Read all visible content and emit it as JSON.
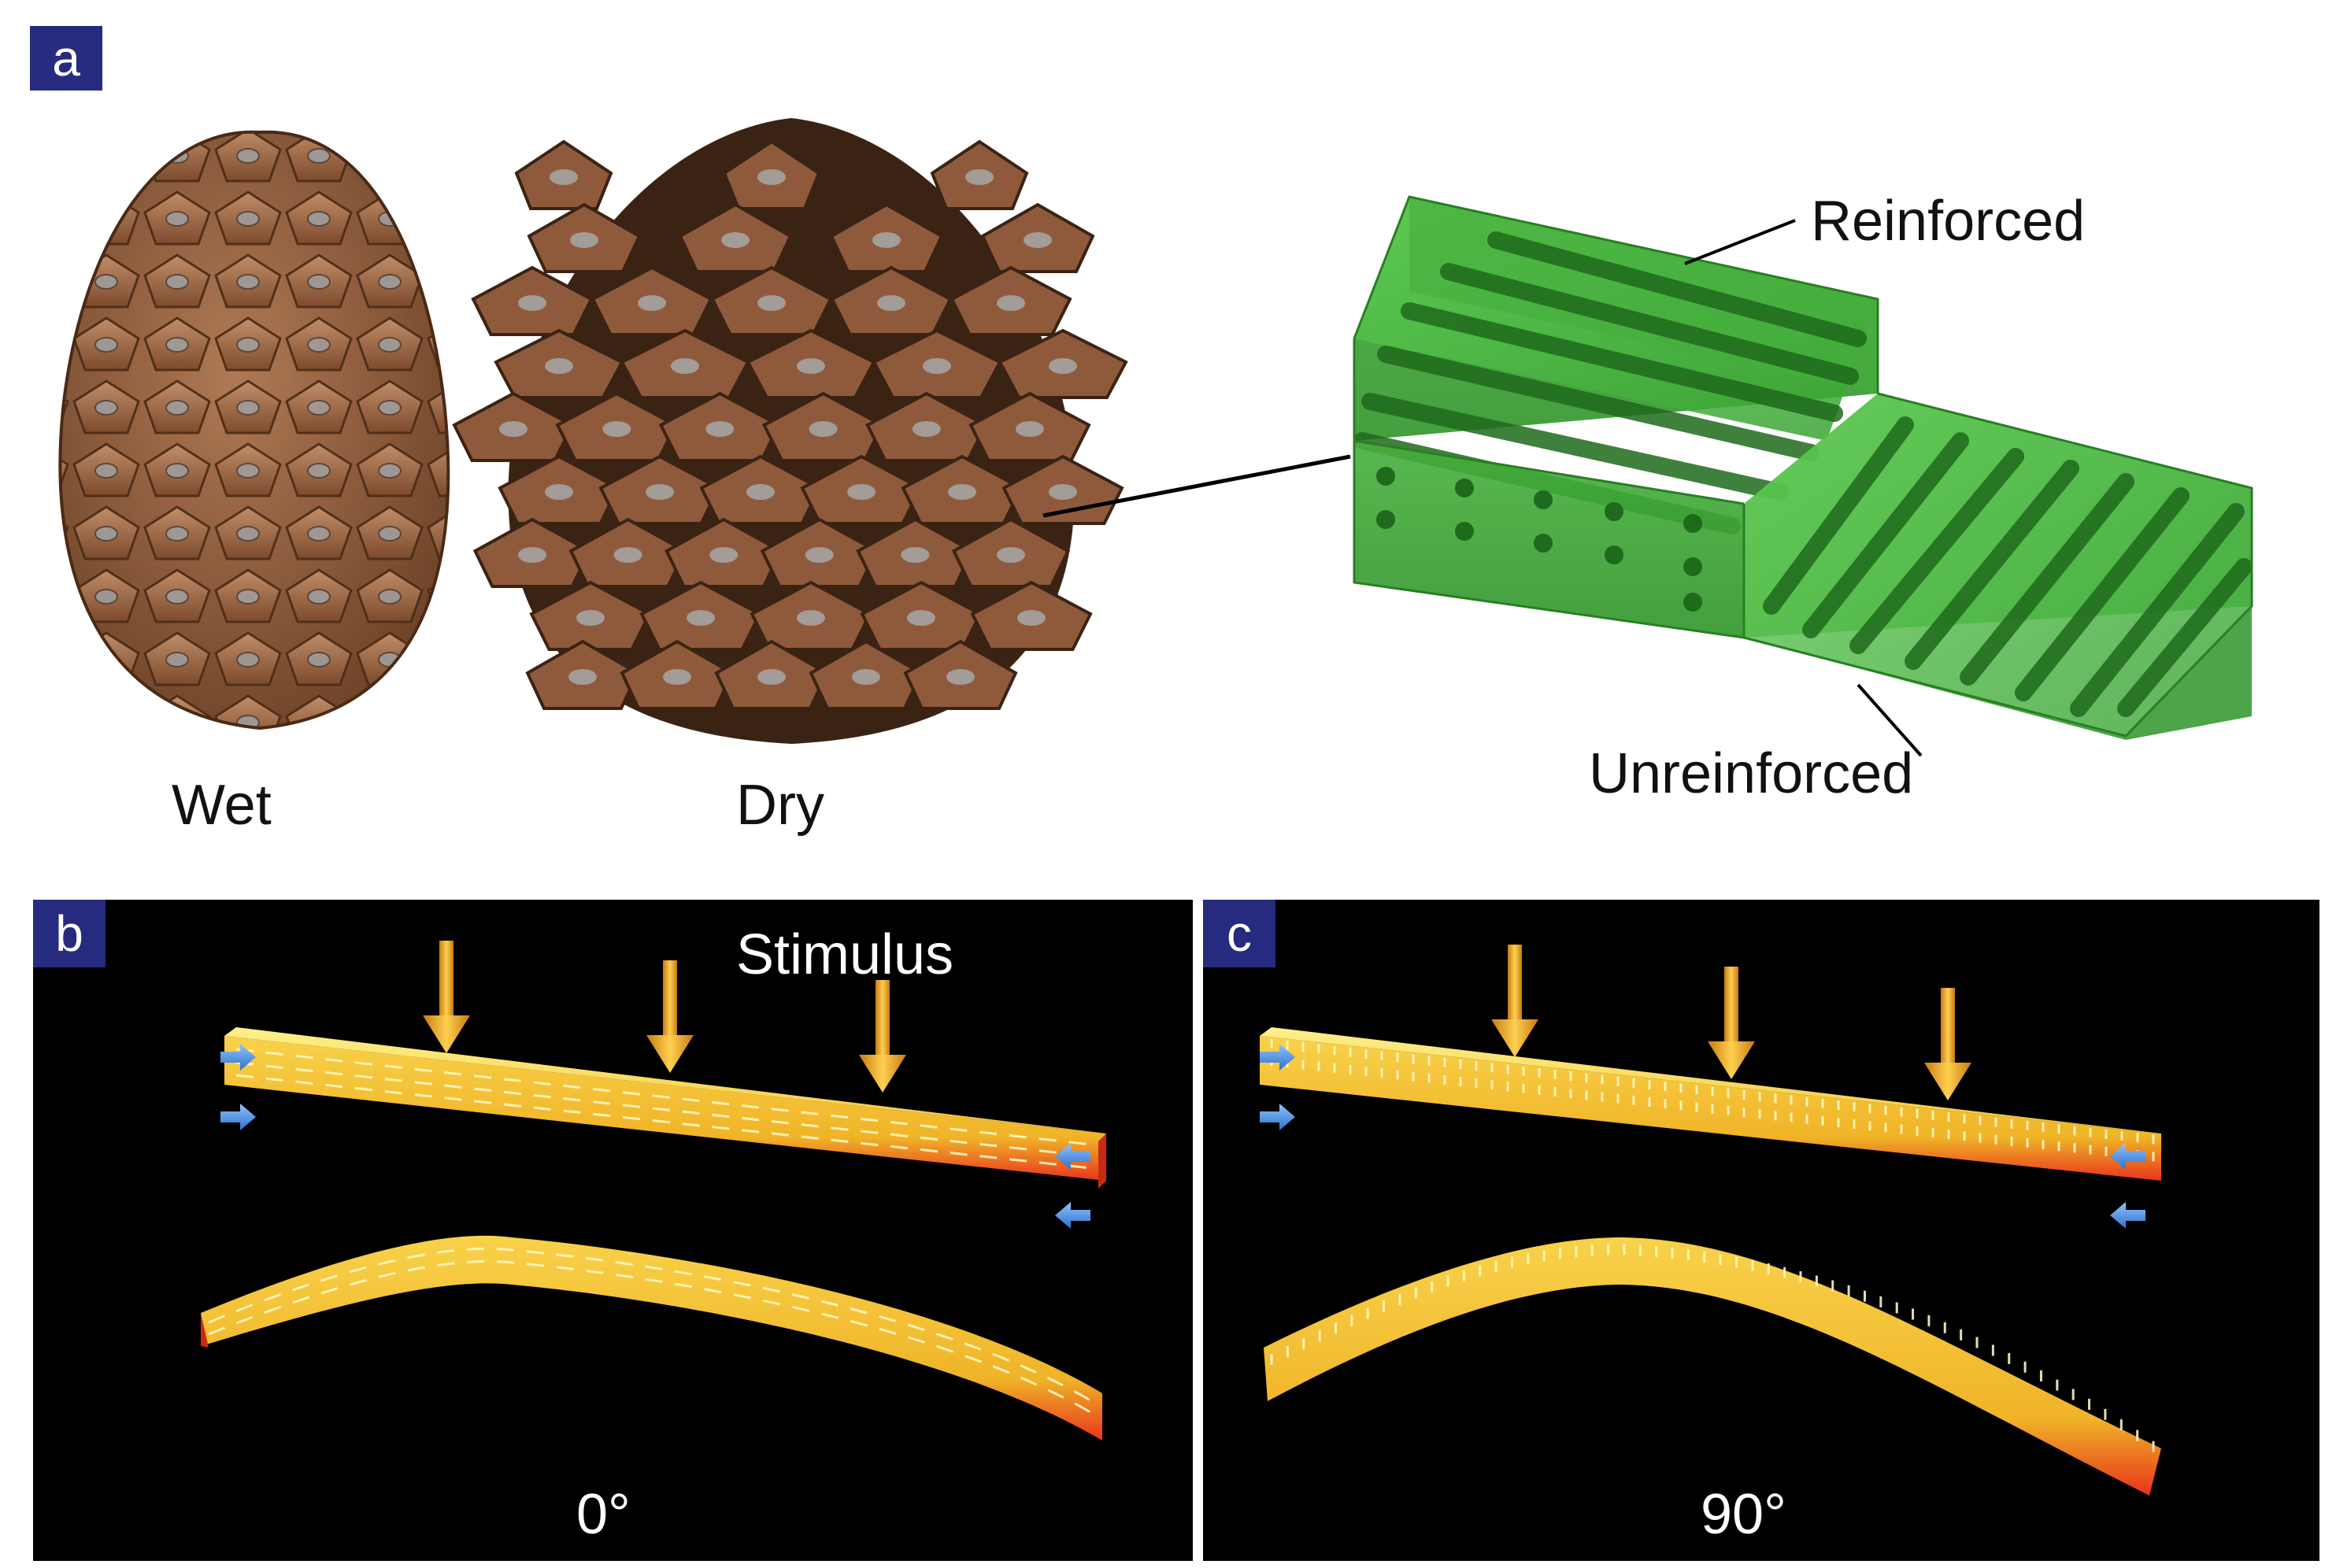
{
  "panel_a": {
    "badge": "a",
    "wet_label": "Wet",
    "dry_label": "Dry",
    "reinforced_label": "Reinforced",
    "unreinforced_label": "Unreinforced"
  },
  "panel_b": {
    "badge": "b",
    "stimulus_label": "Stimulus",
    "angle_label": "0°"
  },
  "panel_c": {
    "badge": "c",
    "angle_label": "90°"
  },
  "colors": {
    "badge": "#262b80",
    "pinecone": "#8b5a3c",
    "bilayer_green": "#3fa83a",
    "beam_top": "#f2c230",
    "beam_bottom": "#e8341c",
    "arrow_orange": "#f0a020",
    "arrow_blue": "#4a90e2"
  }
}
